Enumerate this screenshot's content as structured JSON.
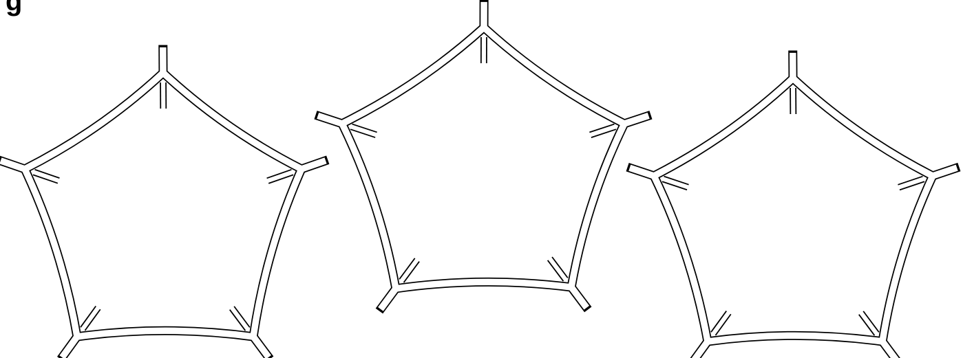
{
  "heading_fragment": "g",
  "colors": {
    "stroke": "#000000",
    "fill": "#ffffff"
  },
  "figure": {
    "shapes": [
      {
        "name": "pentagon-frame-left"
      },
      {
        "name": "pentagon-frame-middle"
      },
      {
        "name": "pentagon-frame-right"
      }
    ]
  }
}
